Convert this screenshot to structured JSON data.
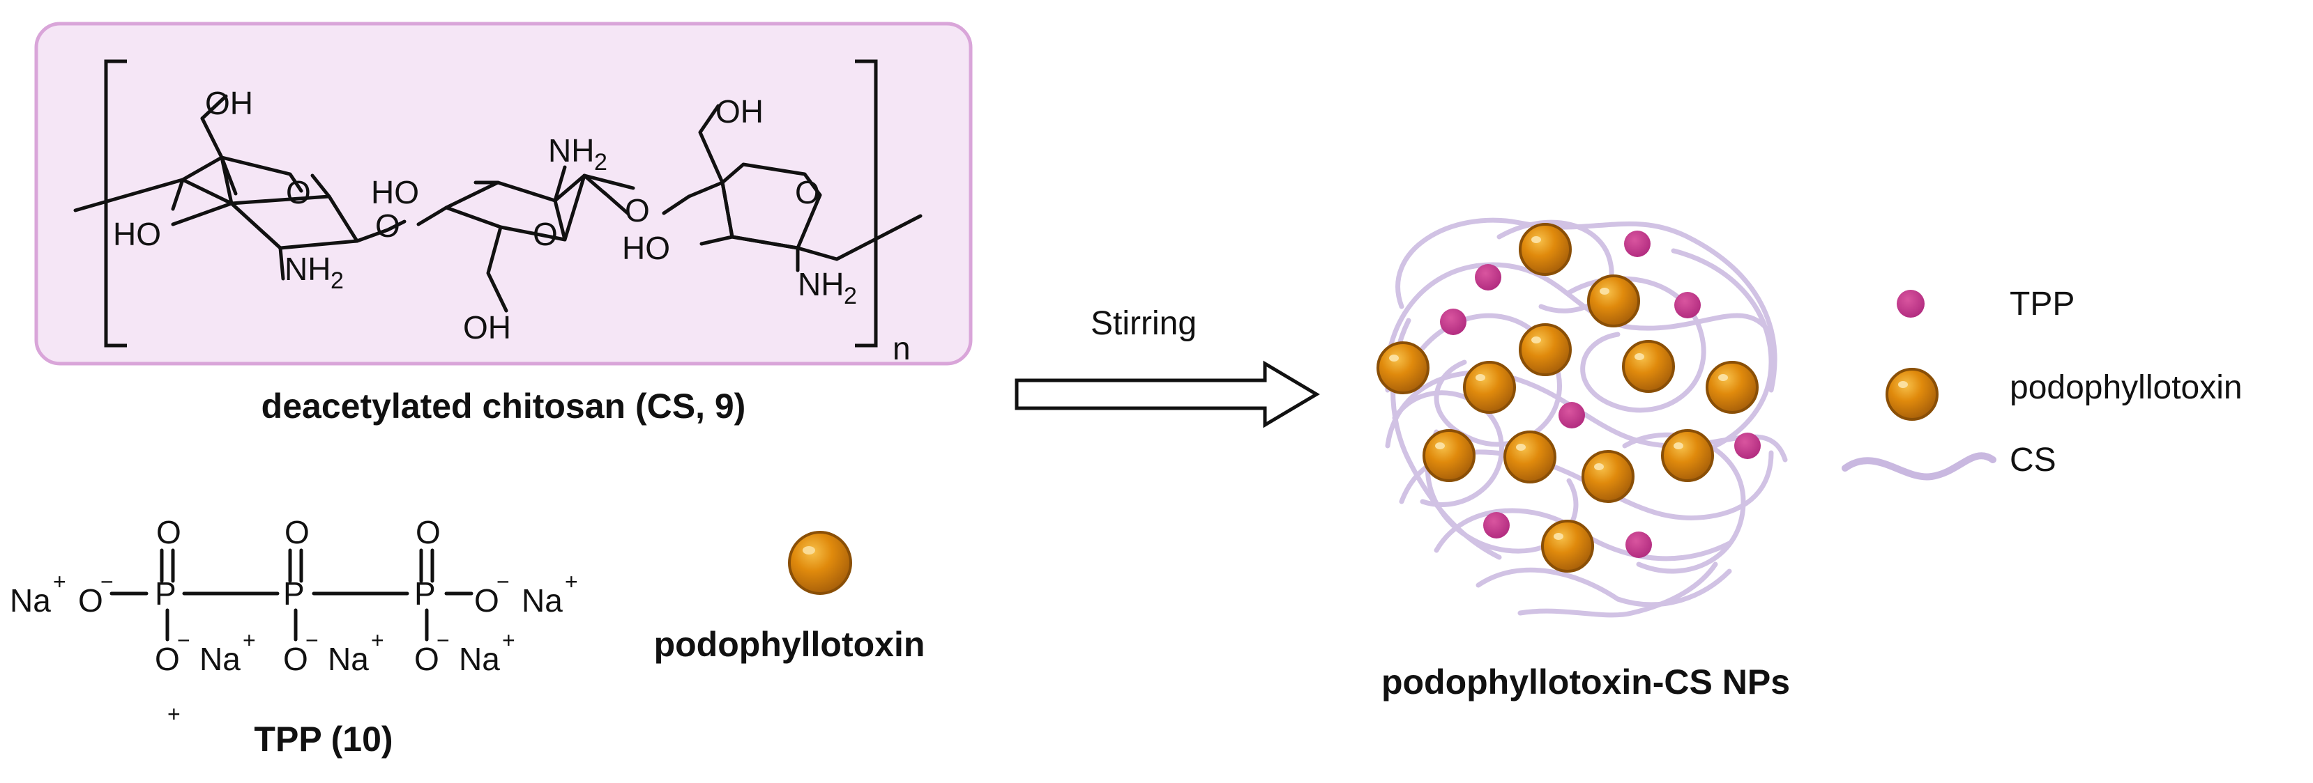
{
  "chitosan": {
    "caption": "deacetylated chitosan (CS, 9)",
    "repeat_subscript": "n",
    "labels": {
      "oh_top_left": "OH",
      "ho_left": "HO",
      "nh2_left": "NH",
      "nh2_left_sub": "2",
      "o_ring1": "O",
      "o_link1": "O",
      "ho_mid": "HO",
      "nh2_mid": "NH",
      "nh2_mid_sub": "2",
      "o_ring2": "O",
      "oh_bottom_mid": "OH",
      "o_link2": "O",
      "oh_top_right": "OH",
      "o_ring3": "O",
      "ho_right": "HO",
      "nh2_right": "NH",
      "nh2_right_sub": "2"
    }
  },
  "tpp": {
    "caption": "TPP (10)",
    "na": "Na",
    "o": "O",
    "p": "P",
    "plus": "+",
    "minus": "−",
    "stray_plus": "+"
  },
  "podophyllotoxin": {
    "caption": "podophyllotoxin"
  },
  "reaction": {
    "condition": "Stirring"
  },
  "product": {
    "caption": "podophyllotoxin-CS NPs"
  },
  "legend": {
    "items": [
      {
        "label": "TPP",
        "icon": "magenta-dot-icon"
      },
      {
        "label": "podophyllotoxin",
        "icon": "orange-sphere-icon"
      },
      {
        "label": "CS",
        "icon": "chitosan-strand-icon"
      }
    ]
  },
  "colors": {
    "chitosan_box_fill": "#f5e6f6",
    "chitosan_box_border": "#d9a5d9",
    "tpp_dot": "#c2358c",
    "podophyllotoxin_sphere": "#e08a0c",
    "podophyllotoxin_edge": "#8a4f06",
    "cs_strand": "#c9b8e0"
  }
}
